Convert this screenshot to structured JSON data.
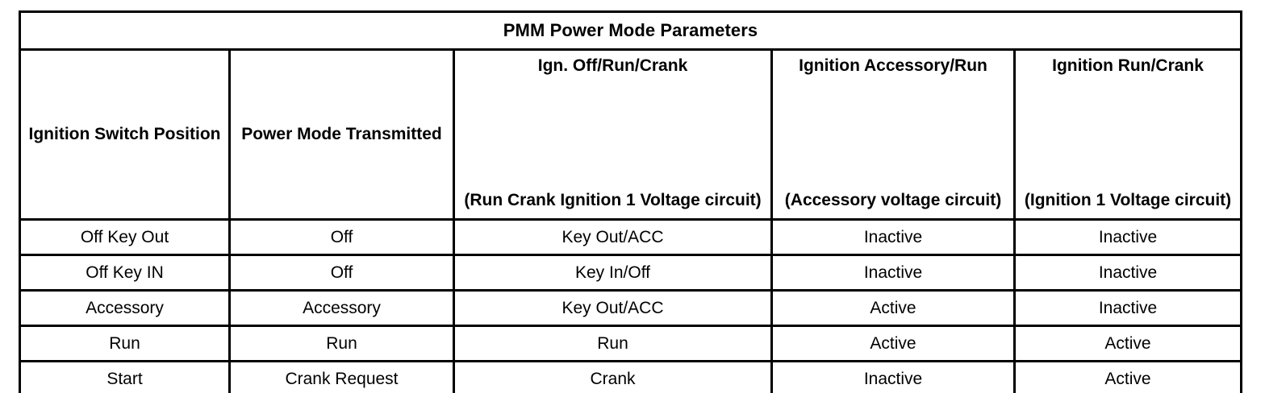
{
  "table": {
    "title": "PMM Power Mode Parameters",
    "columns": [
      {
        "id": "ignition-switch-position",
        "label": "Ignition Switch Position",
        "note": "",
        "style": "center"
      },
      {
        "id": "power-mode-transmitted",
        "label": "Power Mode Transmitted",
        "note": "",
        "style": "center"
      },
      {
        "id": "ign-off-run-crank",
        "label": "Ign. Off/Run/Crank",
        "note": "(Run Crank Ignition 1 Voltage circuit)",
        "style": "split"
      },
      {
        "id": "ignition-accessory-run",
        "label": "Ignition Accessory/Run",
        "note": "(Accessory voltage circuit)",
        "style": "split"
      },
      {
        "id": "ignition-run-crank",
        "label": "Ignition Run/Crank",
        "note": "(Ignition 1 Voltage circuit)",
        "style": "split"
      }
    ],
    "rows": [
      {
        "ignition_switch_position": "Off Key Out",
        "power_mode_transmitted": "Off",
        "ign_off_run_crank": "Key Out/ACC",
        "ignition_accessory_run": "Inactive",
        "ignition_run_crank": "Inactive"
      },
      {
        "ignition_switch_position": "Off Key IN",
        "power_mode_transmitted": "Off",
        "ign_off_run_crank": "Key In/Off",
        "ignition_accessory_run": "Inactive",
        "ignition_run_crank": "Inactive"
      },
      {
        "ignition_switch_position": "Accessory",
        "power_mode_transmitted": "Accessory",
        "ign_off_run_crank": "Key Out/ACC",
        "ignition_accessory_run": "Active",
        "ignition_run_crank": "Inactive"
      },
      {
        "ignition_switch_position": "Run",
        "power_mode_transmitted": "Run",
        "ign_off_run_crank": "Run",
        "ignition_accessory_run": "Active",
        "ignition_run_crank": "Active"
      },
      {
        "ignition_switch_position": "Start",
        "power_mode_transmitted": "Crank Request",
        "ign_off_run_crank": "Crank",
        "ignition_accessory_run": "Inactive",
        "ignition_run_crank": "Active"
      }
    ]
  },
  "colors": {
    "border": "#000000",
    "text": "#000000",
    "background": "#ffffff"
  }
}
